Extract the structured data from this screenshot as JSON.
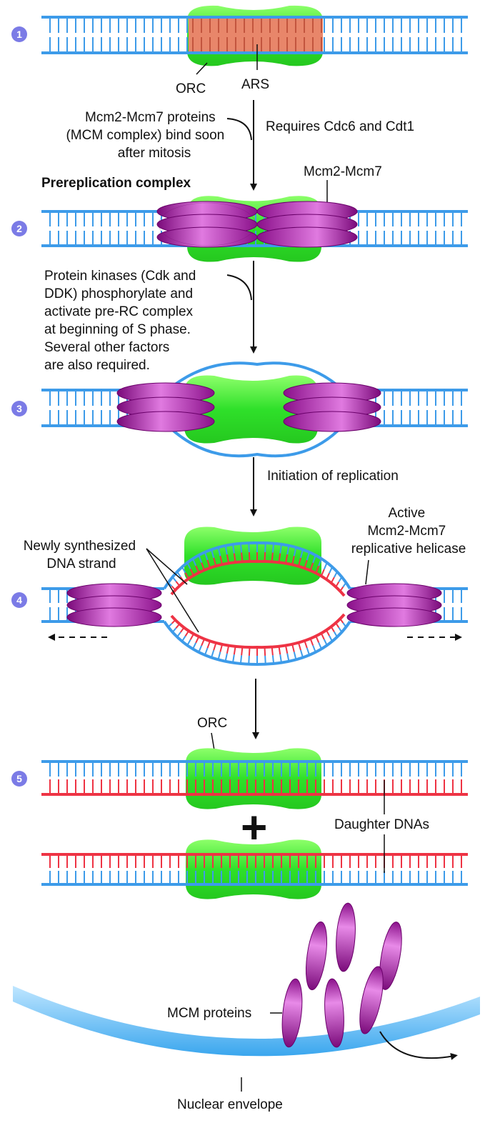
{
  "steps": [
    "1",
    "2",
    "3",
    "4",
    "5"
  ],
  "labels": {
    "orc_1": "ORC",
    "ars": "ARS",
    "mcm_bind": [
      "Mcm2-Mcm7 proteins",
      "(MCM complex) bind soon",
      "after mitosis"
    ],
    "requires": "Requires Cdc6 and Cdt1",
    "prerep": "Prereplication complex",
    "mcm_label": "Mcm2-Mcm7",
    "kinases": [
      "Protein kinases (Cdk and",
      "DDK) phosphorylate and",
      "activate pre-RC complex",
      "at beginning of S phase.",
      "Several other factors",
      "are also required."
    ],
    "initiation": "Initiation of replication",
    "newly": [
      "Newly synthesized",
      "DNA strand"
    ],
    "active": [
      "Active",
      "Mcm2-Mcm7",
      "replicative helicase"
    ],
    "orc_5": "ORC",
    "plus": "+",
    "daughter": "Daughter DNAs",
    "mcm_proteins": "MCM proteins",
    "nuclear": "Nuclear envelope"
  },
  "colors": {
    "dna_blue": "#3d9be9",
    "dna_red": "#ee3344",
    "orc_green": "#44dd33",
    "ars_orange": "#e8866a",
    "mcm_purple": "#a020a0",
    "step_badge": "#7b7be6"
  }
}
